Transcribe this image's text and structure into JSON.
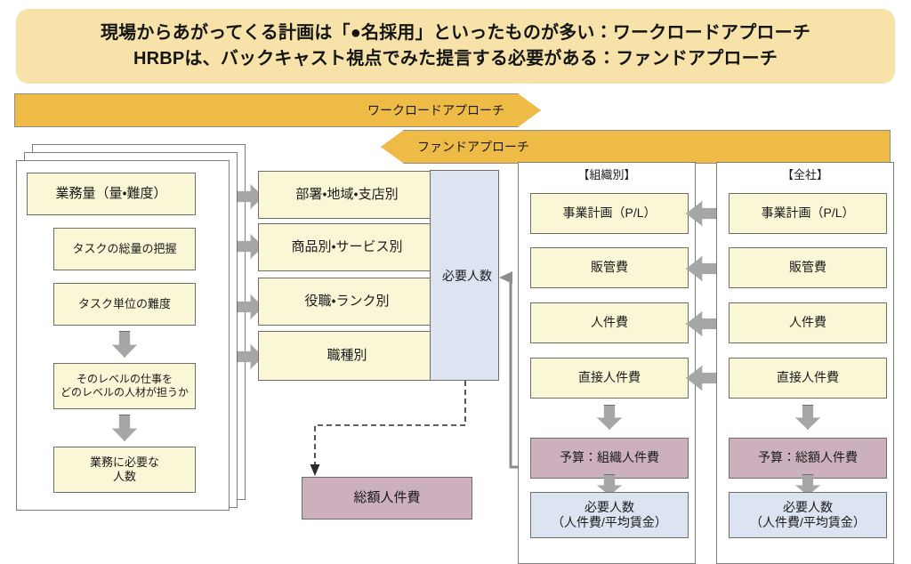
{
  "title": {
    "line1": "現場からあがってくる計画は「●名採用」といったものが多い：ワークロードアプローチ",
    "line2": "HRBPは、バックキャスト視点でみた提言する必要がある：ファンドアプローチ"
  },
  "banners": {
    "workload": "ワークロードアプローチ",
    "fund": "ファンドアプローチ"
  },
  "left_stack": {
    "header": "業務量（量・難度）",
    "steps": [
      "タスクの総量の把握",
      "タスク単位の難度",
      "そのレベルの仕事を\nどのレベルの人材が担うか",
      "業務に必要な\n人数"
    ]
  },
  "middle": {
    "breakdowns": [
      "部署・地域・支店別",
      "商品別・サービス別",
      "役職・ランク別",
      "職種別"
    ],
    "required_headcount": "必要人数",
    "total_labor_cost": "総額人件費"
  },
  "org_panel": {
    "title": "【組織別】",
    "rows": [
      "事業計画（P/L）",
      "販管費",
      "人件費",
      "直接人件費"
    ],
    "budget": "予算：組織人件費",
    "headcount_line1": "必要人数",
    "headcount_line2": "（人件費/平均賃金）"
  },
  "company_panel": {
    "title": "【全社】",
    "rows": [
      "事業計画（P/L）",
      "販管費",
      "人件費",
      "直接人件費"
    ],
    "budget": "予算：総額人件費",
    "headcount_line1": "必要人数",
    "headcount_line2": "（人件費/平均賃金）"
  },
  "colors": {
    "title_bg": "#F7E3A9",
    "banner_bg": "#EFBB47",
    "cream": "#FAF7D6",
    "blue": "#DCE4F2",
    "mauve": "#CDB0BD",
    "arrow_gray": "#A6A6A6",
    "border": "#6E6E64"
  }
}
